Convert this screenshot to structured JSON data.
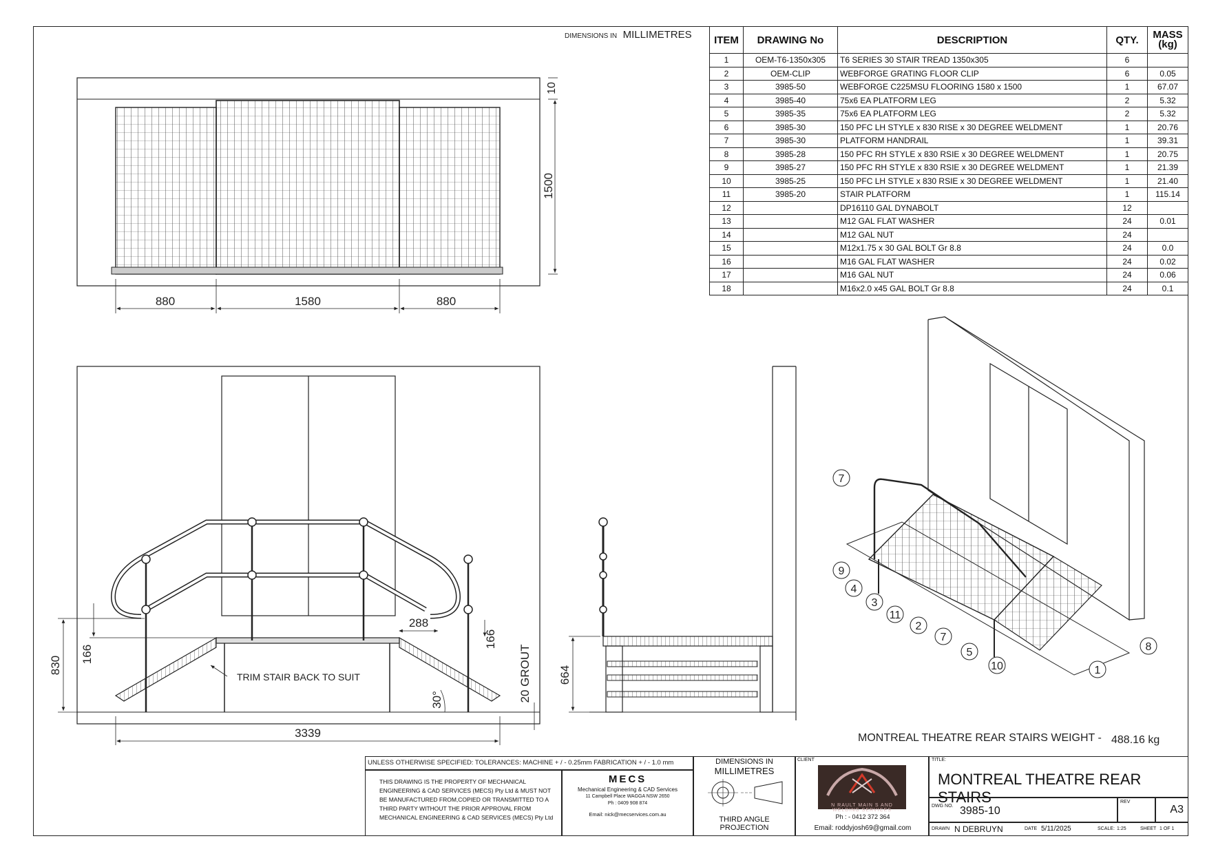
{
  "header": {
    "dimensions_prefix": "DIMENSIONS IN",
    "dimensions_unit": "MILLIMETRES"
  },
  "bom": {
    "headers": {
      "item": "ITEM",
      "drawing": "DRAWING No",
      "description": "DESCRIPTION",
      "qty": "QTY.",
      "mass": "MASS (kg)"
    },
    "rows": [
      {
        "item": "1",
        "drawing": "OEM-T6-1350x305",
        "description": "T6 SERIES 30 STAIR TREAD 1350x305",
        "qty": "6",
        "mass": ""
      },
      {
        "item": "2",
        "drawing": "OEM-CLIP",
        "description": "WEBFORGE GRATING FLOOR CLIP",
        "qty": "6",
        "mass": "0.05"
      },
      {
        "item": "3",
        "drawing": "3985-50",
        "description": "WEBFORGE C225MSU  FLOORING 1580 x 1500",
        "qty": "1",
        "mass": "67.07"
      },
      {
        "item": "4",
        "drawing": "3985-40",
        "description": "75x6 EA PLATFORM LEG",
        "qty": "2",
        "mass": "5.32"
      },
      {
        "item": "5",
        "drawing": "3985-35",
        "description": "75x6 EA PLATFORM LEG",
        "qty": "2",
        "mass": "5.32"
      },
      {
        "item": "6",
        "drawing": "3985-30",
        "description": "150 PFC LH STYLE x 830 RISE x 30 DEGREE WELDMENT",
        "qty": "1",
        "mass": "20.76"
      },
      {
        "item": "7",
        "drawing": "3985-30",
        "description": "PLATFORM HANDRAIL",
        "qty": "1",
        "mass": "39.31"
      },
      {
        "item": "8",
        "drawing": "3985-28",
        "description": "150 PFC RH STYLE x 830 RSIE x 30 DEGREE WELDMENT",
        "qty": "1",
        "mass": "20.75"
      },
      {
        "item": "9",
        "drawing": "3985-27",
        "description": "150 PFC RH STYLE x 830 RSIE x 30 DEGREE WELDMENT",
        "qty": "1",
        "mass": "21.39"
      },
      {
        "item": "10",
        "drawing": "3985-25",
        "description": "150 PFC LH STYLE x 830 RSIE x 30 DEGREE WELDMENT",
        "qty": "1",
        "mass": "21.40"
      },
      {
        "item": "11",
        "drawing": "3985-20",
        "description": "STAIR PLATFORM",
        "qty": "1",
        "mass": "115.14"
      },
      {
        "item": "12",
        "drawing": "",
        "description": "DP16110 GAL DYNABOLT",
        "qty": "12",
        "mass": ""
      },
      {
        "item": "13",
        "drawing": "",
        "description": "M12 GAL FLAT WASHER",
        "qty": "24",
        "mass": "0.01"
      },
      {
        "item": "14",
        "drawing": "",
        "description": "M12 GAL NUT",
        "qty": "24",
        "mass": ""
      },
      {
        "item": "15",
        "drawing": "",
        "description": "M12x1.75 x 30 GAL BOLT Gr 8.8",
        "qty": "24",
        "mass": "0.0"
      },
      {
        "item": "16",
        "drawing": "",
        "description": "M16 GAL FLAT WASHER",
        "qty": "24",
        "mass": "0.02"
      },
      {
        "item": "17",
        "drawing": "",
        "description": "M16 GAL NUT",
        "qty": "24",
        "mass": "0.06"
      },
      {
        "item": "18",
        "drawing": "",
        "description": "M16x2.0 x45 GAL BOLT Gr 8.8",
        "qty": "24",
        "mass": "0.1"
      }
    ]
  },
  "plan_view": {
    "dim_top": "10",
    "dim_depth": "1500",
    "dim_left": "880",
    "dim_mid": "1580",
    "dim_right": "880"
  },
  "front_view": {
    "dim_830": "830",
    "dim_166_left": "166",
    "dim_288": "288",
    "dim_166_right": "166",
    "grout": "20 GROUT",
    "angle": "30°",
    "note": "TRIM STAIR BACK TO SUIT",
    "overall": "3339"
  },
  "side_view": {
    "dim_664": "664"
  },
  "iso_view": {
    "balloons": [
      "7",
      "9",
      "4",
      "3",
      "11",
      "2",
      "7",
      "5",
      "10",
      "1",
      "8"
    ]
  },
  "weight": {
    "label": "MONTREAL THEATRE REAR STAIRS WEIGHT -",
    "value": "488.16 kg"
  },
  "title_block": {
    "tolerances": "UNLESS OTHERWISE SPECIFIED: TOLERANCES: MACHINE + / - 0.25mm  FABRICATION + / - 1.0 mm",
    "property_lines": [
      "THIS DRAWING IS THE PROPERTY OF MECHANICAL",
      "ENGINEERING & CAD SERVICES (MECS) Pty Ltd & MUST NOT",
      "BE MANUFACTURED FROM,COPIED OR TRANSMITTED TO A",
      "THIRD PARTY WITHOUT THE PRIOR APPROVAL FROM",
      "MECHANICAL ENGINEERING & CAD SERVICES (MECS) Pty Ltd"
    ],
    "company_short": "MECS",
    "company_long": "Mechanical Engineering & CAD Services",
    "company_address": "11 Campbell Place WAGGA NSW 2650",
    "company_phone": "Ph : 0409 908 874",
    "company_email": "Email: nick@mecservices.com.au",
    "dims_prefix": "DIMENSIONS IN",
    "dims_unit": "MILLIMETRES",
    "projection": "THIRD ANGLE PROJECTION",
    "client_label": "CLIENT",
    "client_logo_text": "N RAULT MAIN S AND WELDING SERVICES",
    "client_phone": "Ph : - 0412 372 364",
    "client_email": "Email: roddyjosh69@gmail.com",
    "title_label": "TITLE:",
    "title": "MONTREAL THEATRE REAR STAIRS",
    "dwg_label": "DWG NO.",
    "dwg_no": "3985-10",
    "rev_label": "REV",
    "size": "A3",
    "drawn_label": "DRAWN",
    "drawn_by": "N DEBRUYN",
    "date_label": "DATE",
    "date": "5/11/2025",
    "scale_label": "SCALE:",
    "scale": "1:25",
    "sheet_label": "SHEET",
    "sheet": "1 OF 1"
  }
}
